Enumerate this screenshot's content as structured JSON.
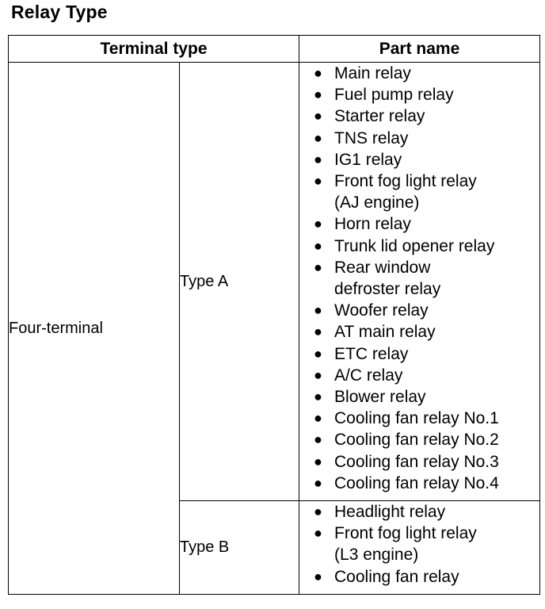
{
  "title": "Relay Type",
  "header": {
    "terminal_type": "Terminal type",
    "part_name": "Part name"
  },
  "rows": {
    "terminal": "Four-terminal",
    "type_a": {
      "label": "Type A",
      "parts": [
        [
          "Main relay"
        ],
        [
          "Fuel pump relay"
        ],
        [
          "Starter relay"
        ],
        [
          "TNS relay"
        ],
        [
          "IG1 relay"
        ],
        [
          "Front fog light relay",
          "(AJ engine)"
        ],
        [
          "Horn relay"
        ],
        [
          "Trunk lid opener relay"
        ],
        [
          "Rear window",
          "defroster relay"
        ],
        [
          "Woofer relay"
        ],
        [
          "AT main relay"
        ],
        [
          "ETC relay"
        ],
        [
          "A/C relay"
        ],
        [
          "Blower relay"
        ],
        [
          "Cooling fan relay No.1"
        ],
        [
          "Cooling fan relay No.2"
        ],
        [
          "Cooling fan relay No.3"
        ],
        [
          "Cooling fan relay No.4"
        ]
      ]
    },
    "type_b": {
      "label": "Type B",
      "parts": [
        [
          "Headlight relay"
        ],
        [
          "Front fog light relay",
          "(L3 engine)"
        ],
        [
          "Cooling fan relay"
        ]
      ]
    }
  }
}
